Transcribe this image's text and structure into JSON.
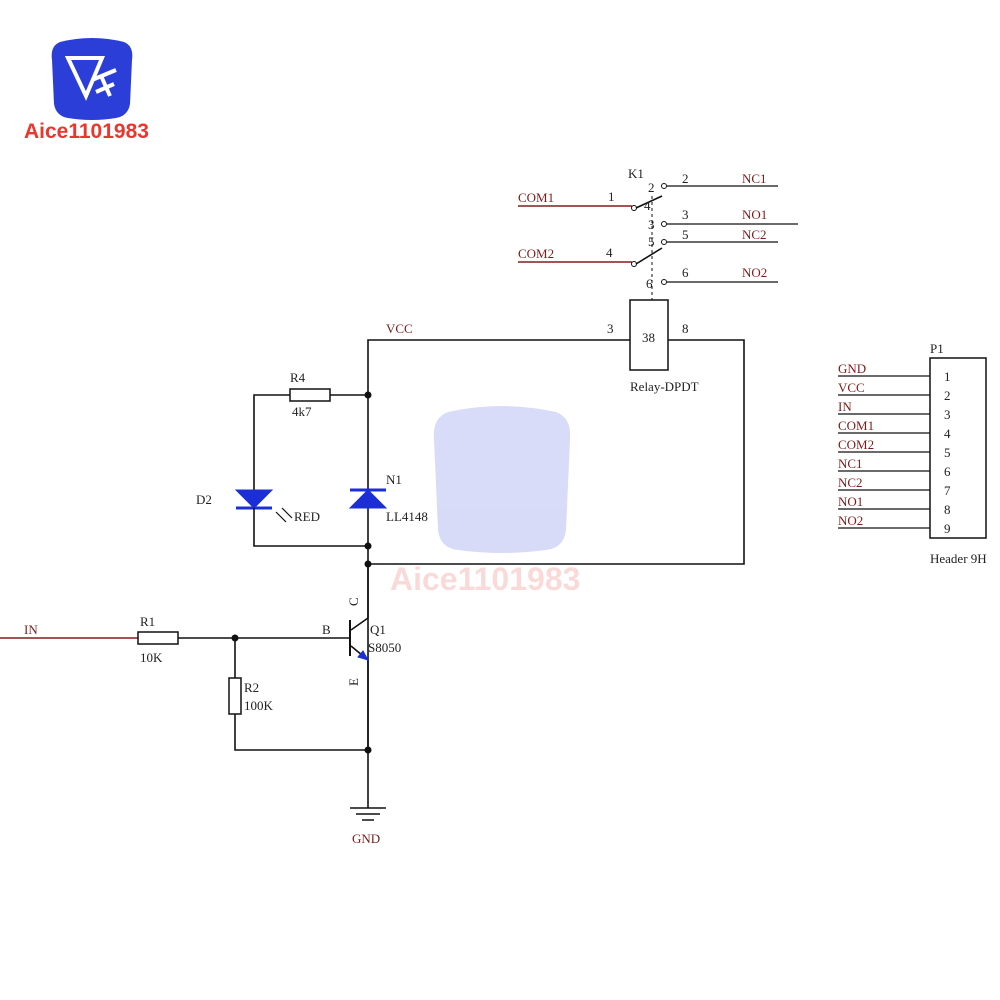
{
  "brand": {
    "name": "Aice1101983",
    "color": "#e8372e",
    "logo_color": "#2b3fd8"
  },
  "relay": {
    "ref": "K1",
    "value": "Relay-DPDT",
    "coil_label": "38",
    "pins": {
      "p1": "1",
      "p2": "2",
      "p3": "3",
      "p4": "4",
      "p5": "5",
      "p6": "6",
      "p8": "8"
    },
    "nets": {
      "com1": "COM1",
      "com2": "COM2",
      "nc1": "NC1",
      "no1": "NO1",
      "nc2": "NC2",
      "no2": "NO2",
      "vcc": "VCC"
    },
    "switch_pins": {
      "a": "2",
      "b": "4",
      "c": "3",
      "d": "5",
      "e": "1",
      "f": "6"
    },
    "coil_pins": {
      "left": "3",
      "right": "8"
    }
  },
  "components": {
    "r4": {
      "ref": "R4",
      "value": "4k7"
    },
    "d2": {
      "ref": "D2",
      "value": "RED"
    },
    "n1": {
      "ref": "N1",
      "value": "LL4148"
    },
    "r1": {
      "ref": "R1",
      "value": "10K"
    },
    "r2": {
      "ref": "R2",
      "value": "100K"
    },
    "q1": {
      "ref": "Q1",
      "value": "S8050",
      "pin_c": "C",
      "pin_b": "B",
      "pin_e": "E"
    },
    "gnd": "GND",
    "in_net": "IN"
  },
  "header": {
    "ref": "P1",
    "value": "Header 9H",
    "pins": [
      {
        "num": "1",
        "net": "GND"
      },
      {
        "num": "2",
        "net": "VCC"
      },
      {
        "num": "3",
        "net": "IN"
      },
      {
        "num": "4",
        "net": "COM1"
      },
      {
        "num": "5",
        "net": "COM2"
      },
      {
        "num": "6",
        "net": "NC1"
      },
      {
        "num": "7",
        "net": "NC2"
      },
      {
        "num": "8",
        "net": "NO1"
      },
      {
        "num": "9",
        "net": "NO2"
      }
    ]
  }
}
